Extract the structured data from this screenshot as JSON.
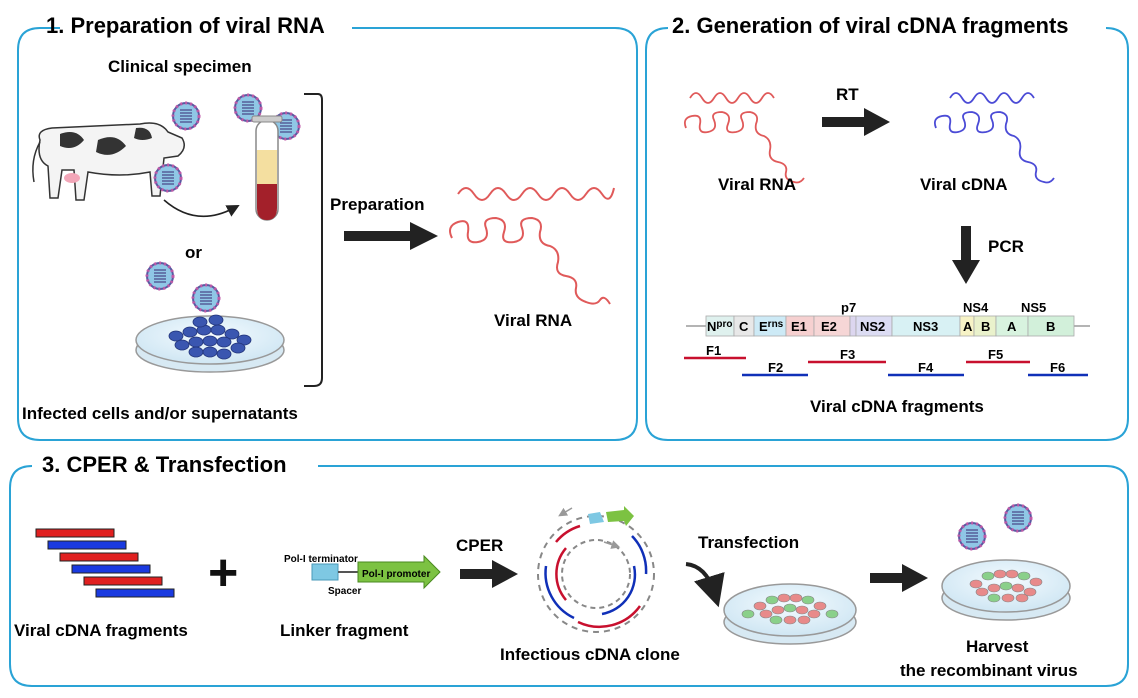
{
  "panel1": {
    "title": "1. Preparation of viral RNA",
    "clinical_specimen": "Clinical specimen",
    "or": "or",
    "infected_cells": "Infected cells and/or supernatants",
    "preparation": "Preparation",
    "viral_rna": "Viral RNA"
  },
  "panel2": {
    "title": "2. Generation of viral cDNA fragments",
    "rt": "RT",
    "viral_rna": "Viral RNA",
    "viral_cdna": "Viral cDNA",
    "pcr": "PCR",
    "genome_labels": {
      "npro": "N",
      "npro_sup": "pro",
      "c": "C",
      "erns": "E",
      "erns_sup": "rns",
      "e1": "E1",
      "e2": "E2",
      "p7": "p7",
      "ns2": "NS2",
      "ns3": "NS3",
      "ns4": "NS4",
      "ns4a": "A",
      "ns4b": "B",
      "ns5": "NS5",
      "ns5a": "A",
      "ns5b": "B"
    },
    "fragments": [
      "F1",
      "F2",
      "F3",
      "F4",
      "F5",
      "F6"
    ],
    "viral_cdna_fragments": "Viral cDNA fragments"
  },
  "panel3": {
    "title": "3. CPER & Transfection",
    "plus": "+",
    "viral_cdna_fragments": "Viral cDNA fragments",
    "pol_terminator": "Pol-I terminator",
    "pol_promoter": "Pol-I promoter",
    "spacer": "Spacer",
    "linker_fragment": "Linker fragment",
    "cper": "CPER",
    "infectious_clone": "Infectious cDNA clone",
    "transfection": "Transfection",
    "harvest_line1": "Harvest",
    "harvest_line2": "the recombinant virus"
  },
  "colors": {
    "panel_border": "#2aa3d6",
    "rna_red": "#e05a5a",
    "cdna_blue": "#4b4bd6",
    "fragment_red": "#c8102e",
    "fragment_blue": "#1030b8",
    "arrow": "#222222",
    "promoter_green": "#7cc242",
    "terminator_blue": "#7ec8e3"
  }
}
